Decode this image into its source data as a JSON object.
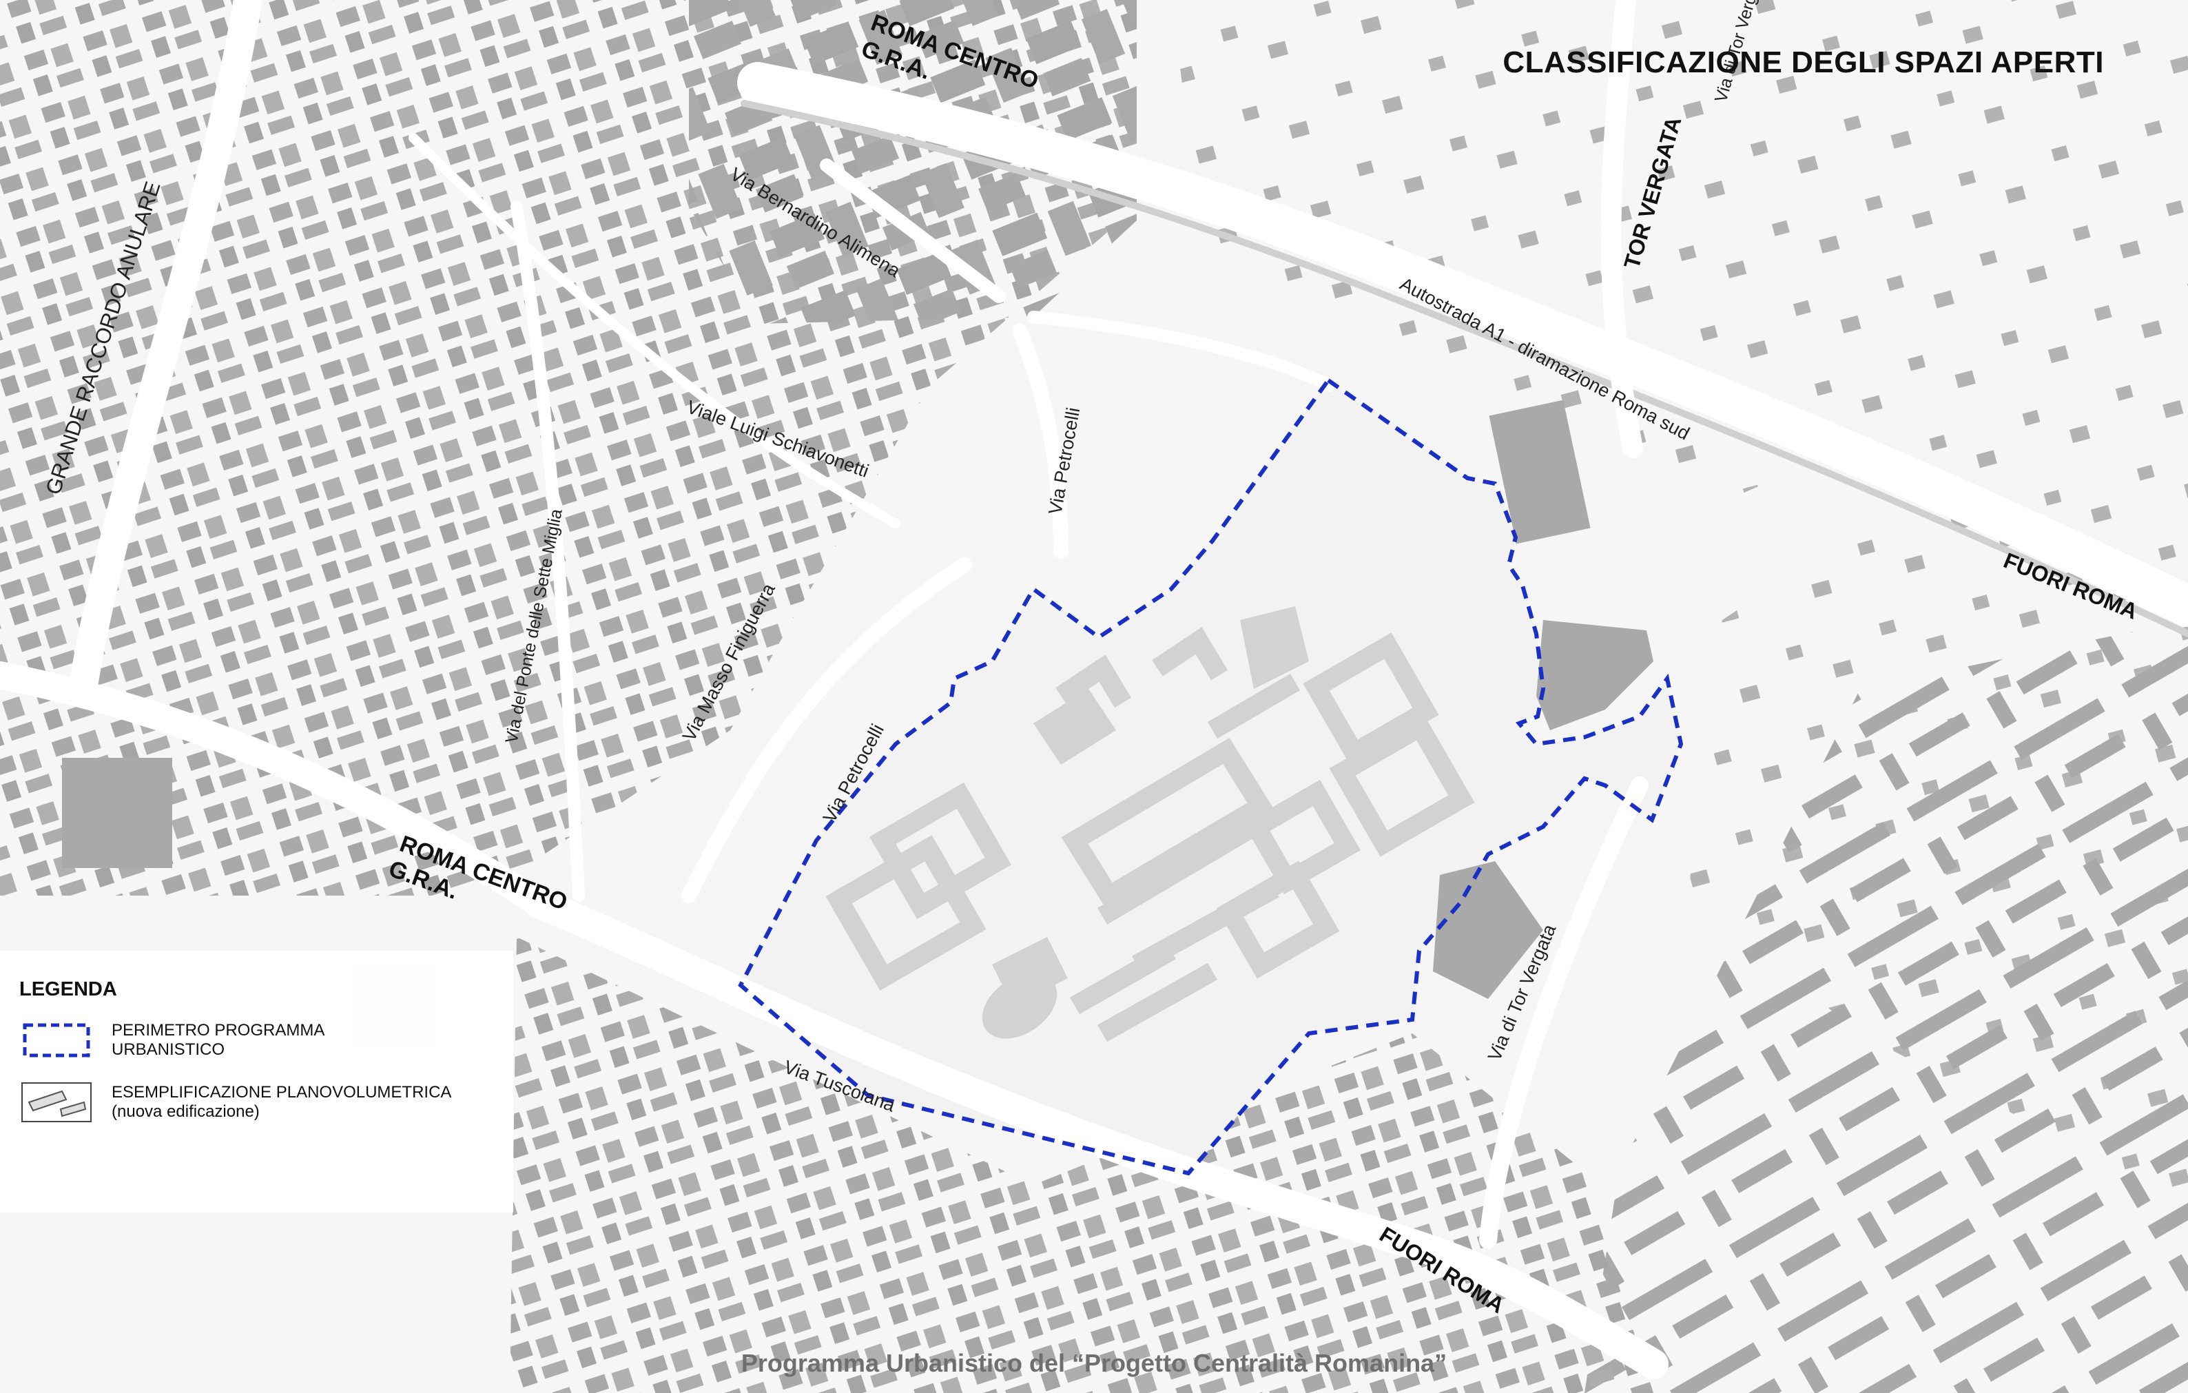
{
  "title": "CLASSIFICAZIONE DEGLI SPAZI APERTI",
  "footer": "Programma Urbanistico del “Progetto Centralità Romanina”",
  "legend": {
    "title": "LEGENDA",
    "items": [
      {
        "label_line1": "PERIMETRO PROGRAMMA",
        "label_line2": "URBANISTICO",
        "symbol": "dashed-blue-rectangle"
      },
      {
        "label_line1": "ESEMPLIFICAZIONE PLANOVOLUMETRICA",
        "label_line2": "(nuova edificazione)",
        "symbol": "grey-building-outline"
      }
    ]
  },
  "map_labels": {
    "roma_centro_gra_top_1": "ROMA CENTRO",
    "roma_centro_gra_top_2": "G.R.A.",
    "via_bernardino_alimena": "Via Bernardino Alimena",
    "autostrada_a1": "Autostrada A1 - diramazione Roma sud",
    "tor_vergata": "TOR VERGATA",
    "via_di_tor_vergata_top": "Via di Tor Vergata",
    "grande_raccordo_anulare": "GRANDE RACCORDO ANULARE",
    "viale_luigi_schiavonetti": "Viale Luigi Schiavonetti",
    "via_petrocelli_north": "Via Petrocelli",
    "via_ponte_sette_miglia": "Via del Ponte delle Sette Miglia",
    "via_masso_finiguerra": "Via Masso Finiguerra",
    "via_petrocelli_south": "Via Petrocelli",
    "fuori_roma_east": "FUORI ROMA",
    "roma_centro_gra_bottom_1": "ROMA CENTRO",
    "roma_centro_gra_bottom_2": "G.R.A.",
    "via_tuscolana": "Via Tuscolana",
    "via_di_tor_vergata": "Via di Tor Vergata",
    "fuori_roma_south": "FUORI ROMA"
  },
  "colors": {
    "perimeter": "#1a2fc4",
    "building": "#a9a9a9",
    "planned_building": "#d2d2d2",
    "road": "#ffffff",
    "top_bar": "#8a1a2e"
  }
}
